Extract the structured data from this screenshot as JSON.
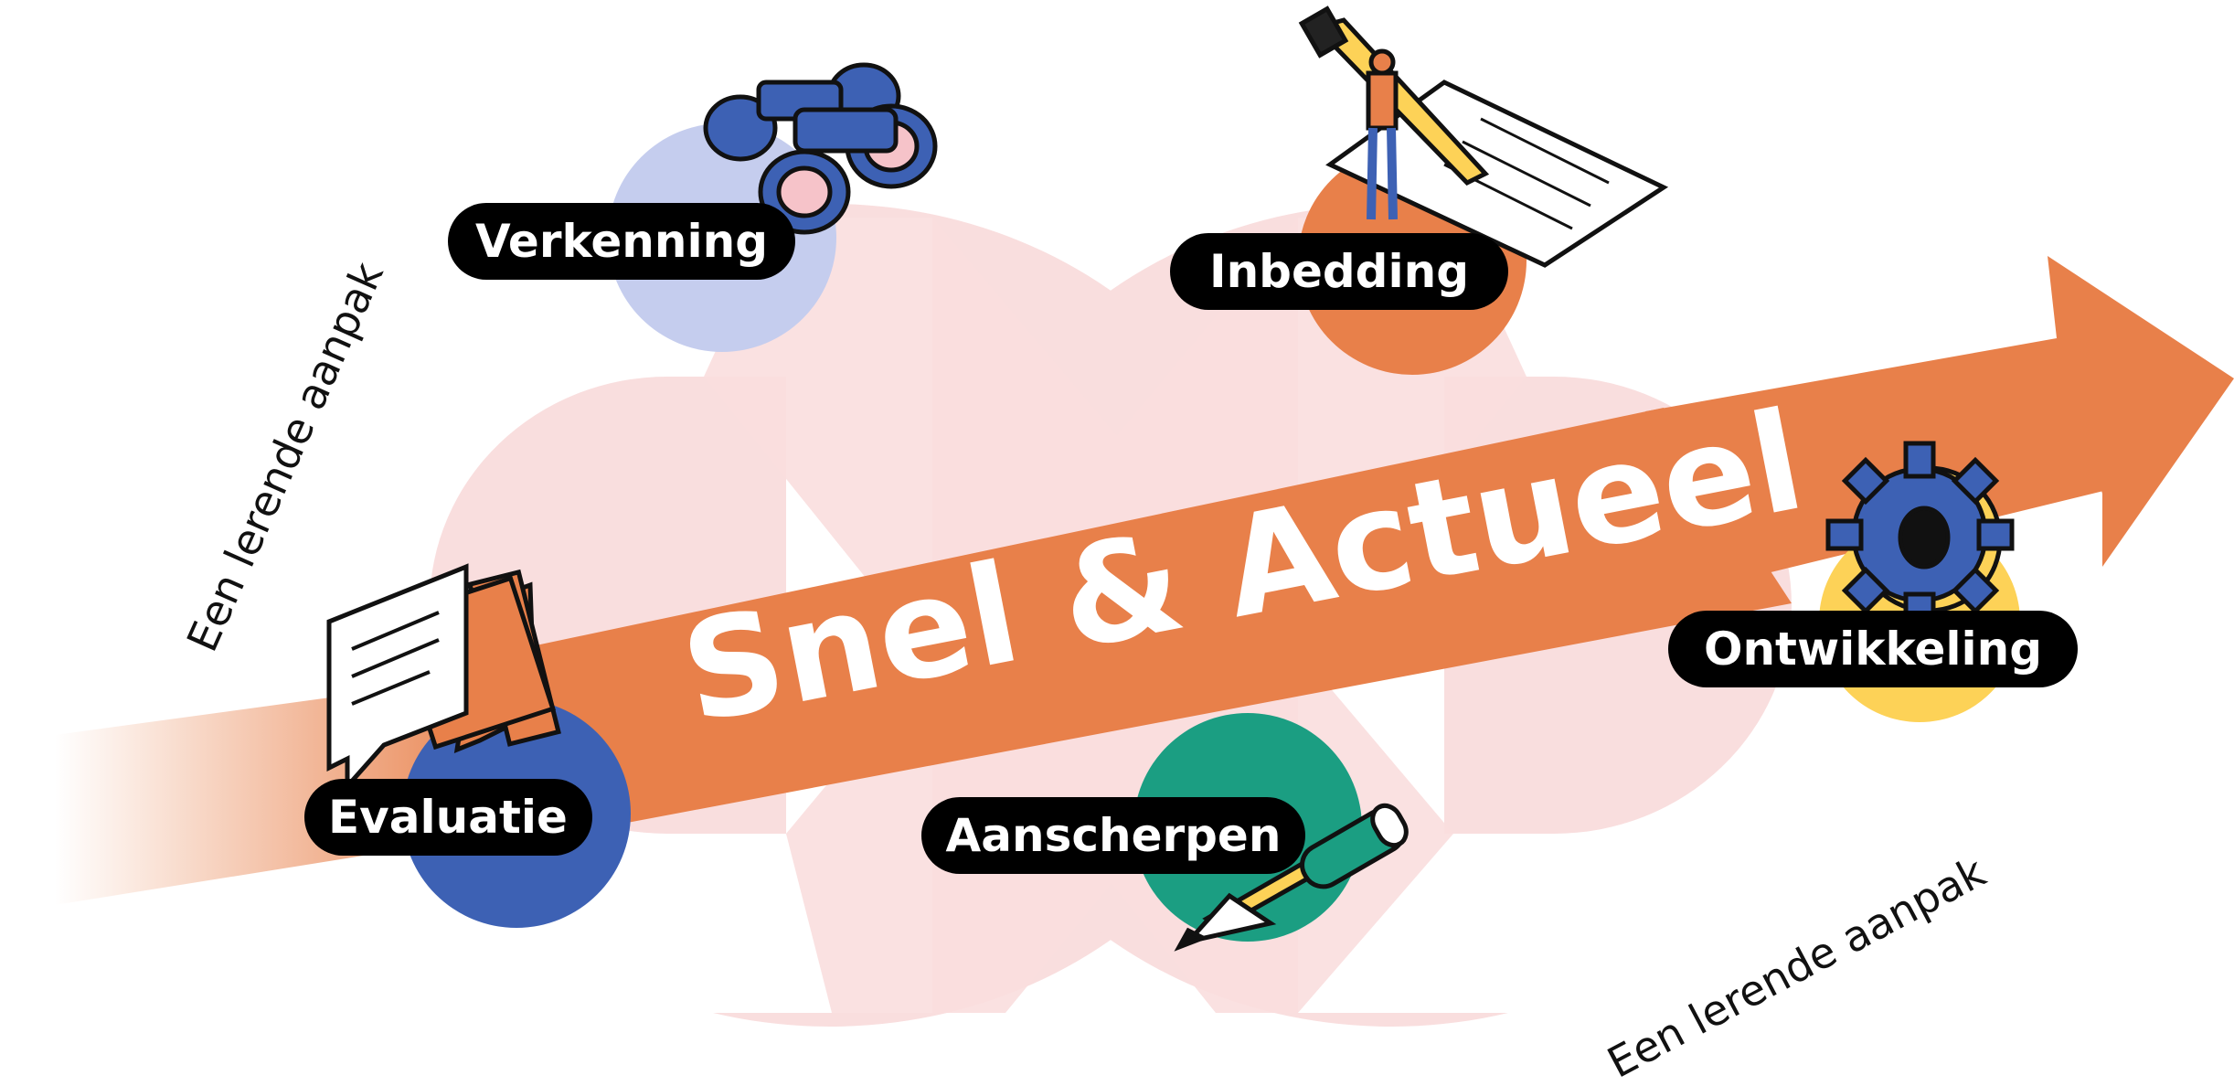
{
  "diagram": {
    "main_title": "Snel & Actueel",
    "side_text_left": "Een lerende aanpak",
    "side_text_right": "Een lerende aanpak",
    "stages": [
      {
        "label": "Verkenning",
        "icon": "binoculars-icon",
        "color": "#c5cdee"
      },
      {
        "label": "Inbedding",
        "icon": "pencil-person-icon",
        "color": "#e8804a"
      },
      {
        "label": "Ontwikkeling",
        "icon": "gear-icon",
        "color": "#fdd257"
      },
      {
        "label": "Aanscherpen",
        "icon": "pen-icon",
        "color": "#1b9e82"
      },
      {
        "label": "Evaluatie",
        "icon": "speech-bubbles-icon",
        "color": "#3d61b4"
      }
    ],
    "colors": {
      "loop": "#f9dede",
      "arrow": "#e8804a",
      "label_bg": "#000000",
      "label_text": "#ffffff"
    }
  }
}
